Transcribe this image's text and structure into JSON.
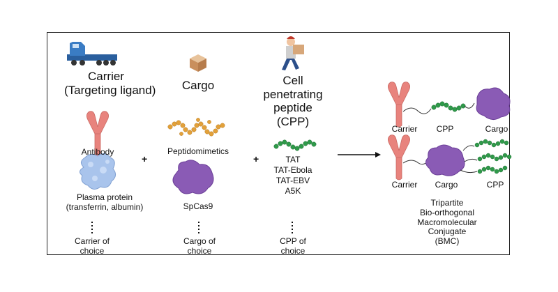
{
  "columns": {
    "carrier": {
      "header_line1": "Carrier",
      "header_line2": "(Targeting ligand)",
      "item1": "Antibody",
      "item2_line1": "Plasma protein",
      "item2_line2": "(transferrin, albumin)",
      "choice_line1": "Carrier of",
      "choice_line2": "choice"
    },
    "cargo": {
      "header": "Cargo",
      "item1": "Peptidomimetics",
      "item2": "SpCas9",
      "choice_line1": "Cargo of",
      "choice_line2": "choice"
    },
    "cpp": {
      "header_line1": "Cell",
      "header_line2": "penetrating",
      "header_line3": "peptide",
      "header_line4": "(CPP)",
      "items": [
        "TAT",
        "TAT-Ebola",
        "TAT-EBV",
        "A5K"
      ],
      "choice_line1": "CPP of",
      "choice_line2": "choice"
    }
  },
  "operators": {
    "plus": "+"
  },
  "result": {
    "row1": {
      "carrier": "Carrier",
      "cpp": "CPP",
      "cargo": "Cargo"
    },
    "row2": {
      "carrier": "Carrier",
      "cargo": "Cargo",
      "cpp": "CPP"
    },
    "title_lines": [
      "Tripartite",
      "Bio-orthogonal",
      "Macromolecular",
      "Conjugate",
      "(BMC)"
    ]
  },
  "colors": {
    "antibody": "#e8837d",
    "cargo_protein": "#8a5bb5",
    "cpp_bead": "#2f9a4a",
    "peptidomimetic": "#e3a13a",
    "plasma_protein": "#a9c4ec",
    "truck": "#3a7cc4",
    "box": "#d7a77a"
  }
}
